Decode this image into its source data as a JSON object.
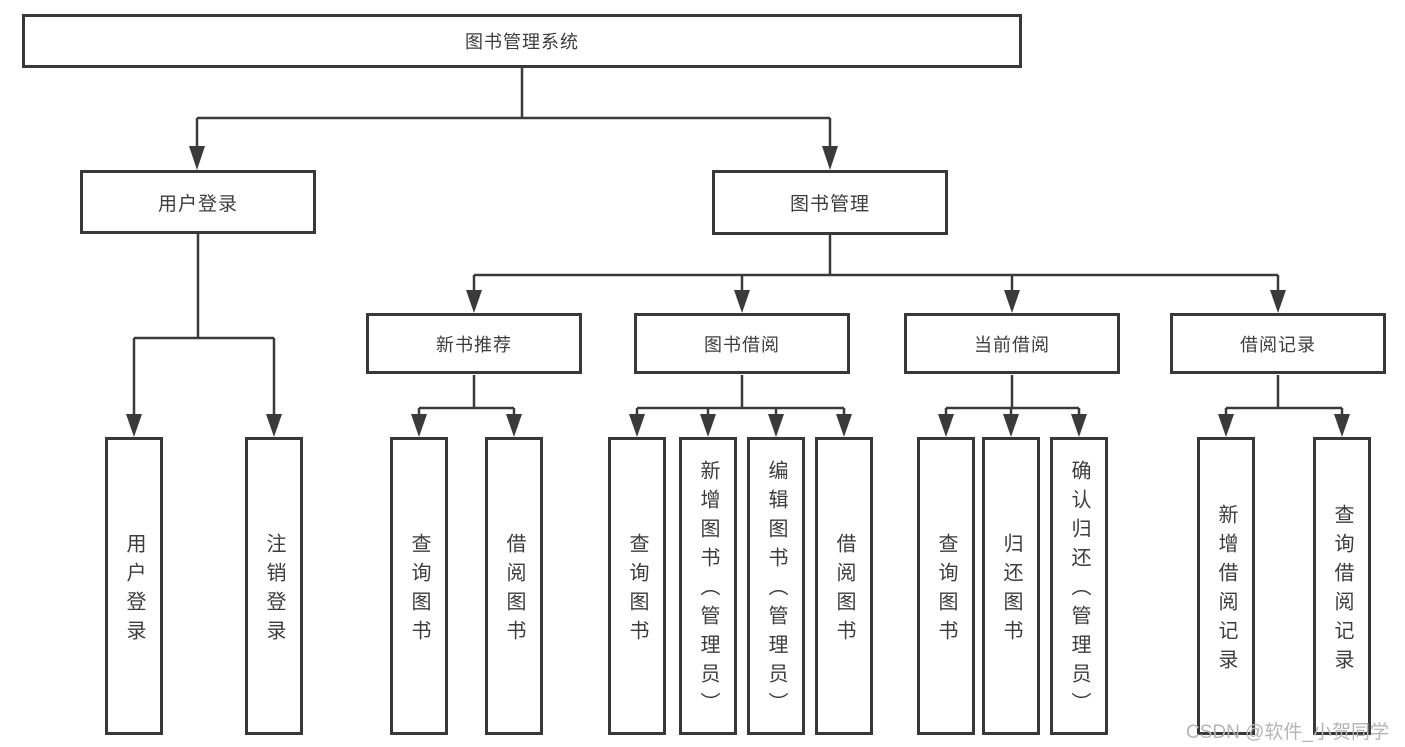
{
  "diagram_type": "hierarchy-tree",
  "colors": {
    "line": "#3a3a3a",
    "border": "#383838",
    "text": "#3d3d3d",
    "watermark": "#b5b5b5",
    "background": "#ffffff"
  },
  "watermark": "CSDN @软件_小贺同学",
  "tree": {
    "root": {
      "label": "图书管理系统"
    },
    "children": [
      {
        "label": "用户登录",
        "children": [
          {
            "label": "用户登录"
          },
          {
            "label": "注销登录"
          }
        ]
      },
      {
        "label": "图书管理",
        "children": [
          {
            "label": "新书推荐",
            "children": [
              {
                "label": "查询图书"
              },
              {
                "label": "借阅图书"
              }
            ]
          },
          {
            "label": "图书借阅",
            "children": [
              {
                "label": "查询图书"
              },
              {
                "label": "新增图书（管理员）"
              },
              {
                "label": "编辑图书（管理员）"
              },
              {
                "label": "借阅图书"
              }
            ]
          },
          {
            "label": "当前借阅",
            "children": [
              {
                "label": "查询图书"
              },
              {
                "label": "归还图书"
              },
              {
                "label": "确认归还（管理员）"
              }
            ]
          },
          {
            "label": "借阅记录",
            "children": [
              {
                "label": "新增借阅记录"
              },
              {
                "label": "查询借阅记录"
              }
            ]
          }
        ]
      }
    ]
  }
}
